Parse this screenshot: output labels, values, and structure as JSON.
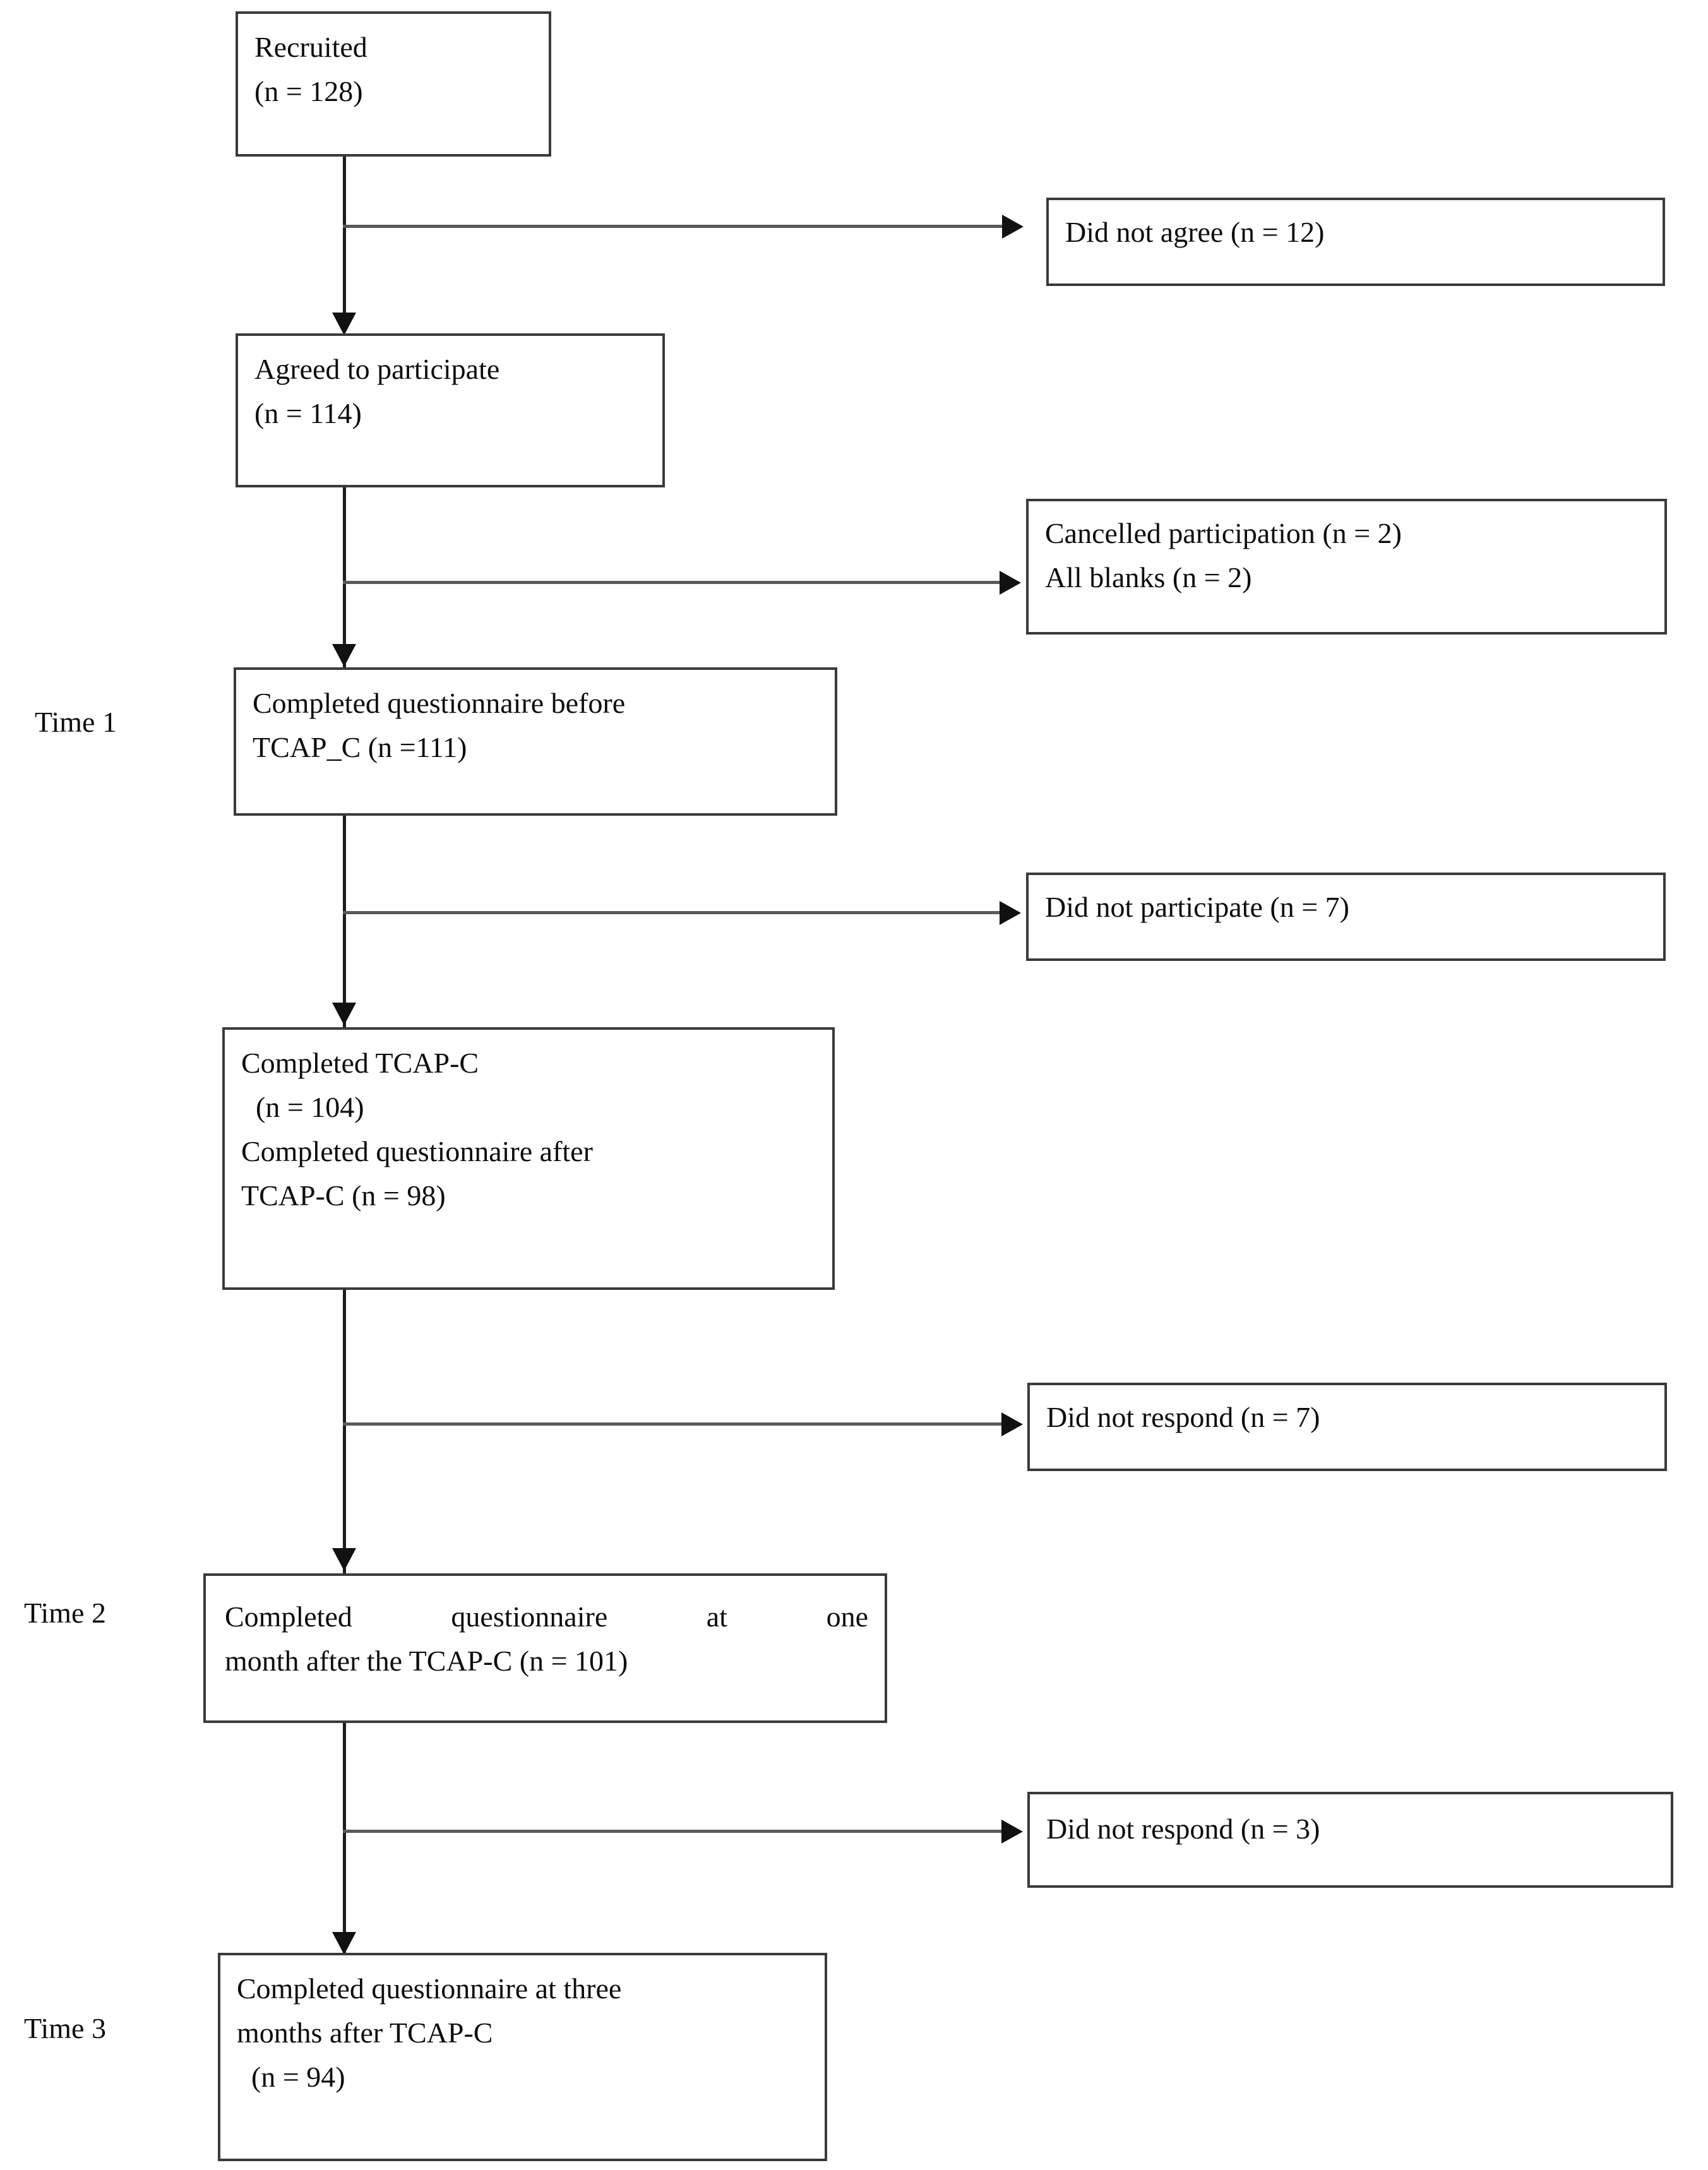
{
  "figure": {
    "type": "flowchart",
    "description": "Participant flow diagram (CONSORT-style) across three measurement times"
  },
  "stage_labels": [
    {
      "id": "time-1",
      "text": "Time 1"
    },
    {
      "id": "time-2",
      "text": "Time 2"
    },
    {
      "id": "time-3",
      "text": "Time 3"
    }
  ],
  "main_nodes": [
    {
      "id": "recruited",
      "lines": [
        "Recruited",
        "(n = 128)"
      ],
      "n": 128
    },
    {
      "id": "agreed",
      "lines": [
        "Agreed to participate",
        "(n = 114)"
      ],
      "n": 114
    },
    {
      "id": "completed-before",
      "lines": [
        "Completed questionnaire before",
        "TCAP_C (n =111)"
      ],
      "n": 111,
      "stage": "Time 1"
    },
    {
      "id": "completed-tcapc",
      "lines": [
        "Completed TCAP-C",
        "  (n = 104)",
        "Completed questionnaire after",
        "TCAP-C (n = 98)"
      ],
      "n_tcap": 104,
      "n_questionnaire": 98
    },
    {
      "id": "completed-one-month",
      "lines": [
        "Completed questionnaire at one",
        "month after the TCAP-C (n = 101)"
      ],
      "n": 101,
      "stage": "Time 2"
    },
    {
      "id": "completed-three-months",
      "lines": [
        "Completed questionnaire at three",
        "months after TCAP-C",
        "  (n = 94)"
      ],
      "n": 94,
      "stage": "Time 3"
    }
  ],
  "exclusion_nodes": [
    {
      "id": "did-not-agree",
      "lines": [
        "Did not agree (n = 12)"
      ],
      "n": 12
    },
    {
      "id": "cancelled-blanks",
      "lines": [
        "Cancelled participation (n = 2)",
        "All blanks (n = 2)"
      ],
      "n_cancelled": 2,
      "n_blanks": 2
    },
    {
      "id": "did-not-participate",
      "lines": [
        "Did not participate (n = 7)"
      ],
      "n": 7
    },
    {
      "id": "did-not-respond-7",
      "lines": [
        "Did not respond (n = 7)"
      ],
      "n": 7
    },
    {
      "id": "did-not-respond-3",
      "lines": [
        "Did not respond (n = 3)"
      ],
      "n": 3
    }
  ],
  "colors": {
    "box_border": "#3a3a3a",
    "connector": "#1d1d1d",
    "branch": "#5a5a5a",
    "text": "#0d0d0d",
    "background": "#ffffff"
  }
}
